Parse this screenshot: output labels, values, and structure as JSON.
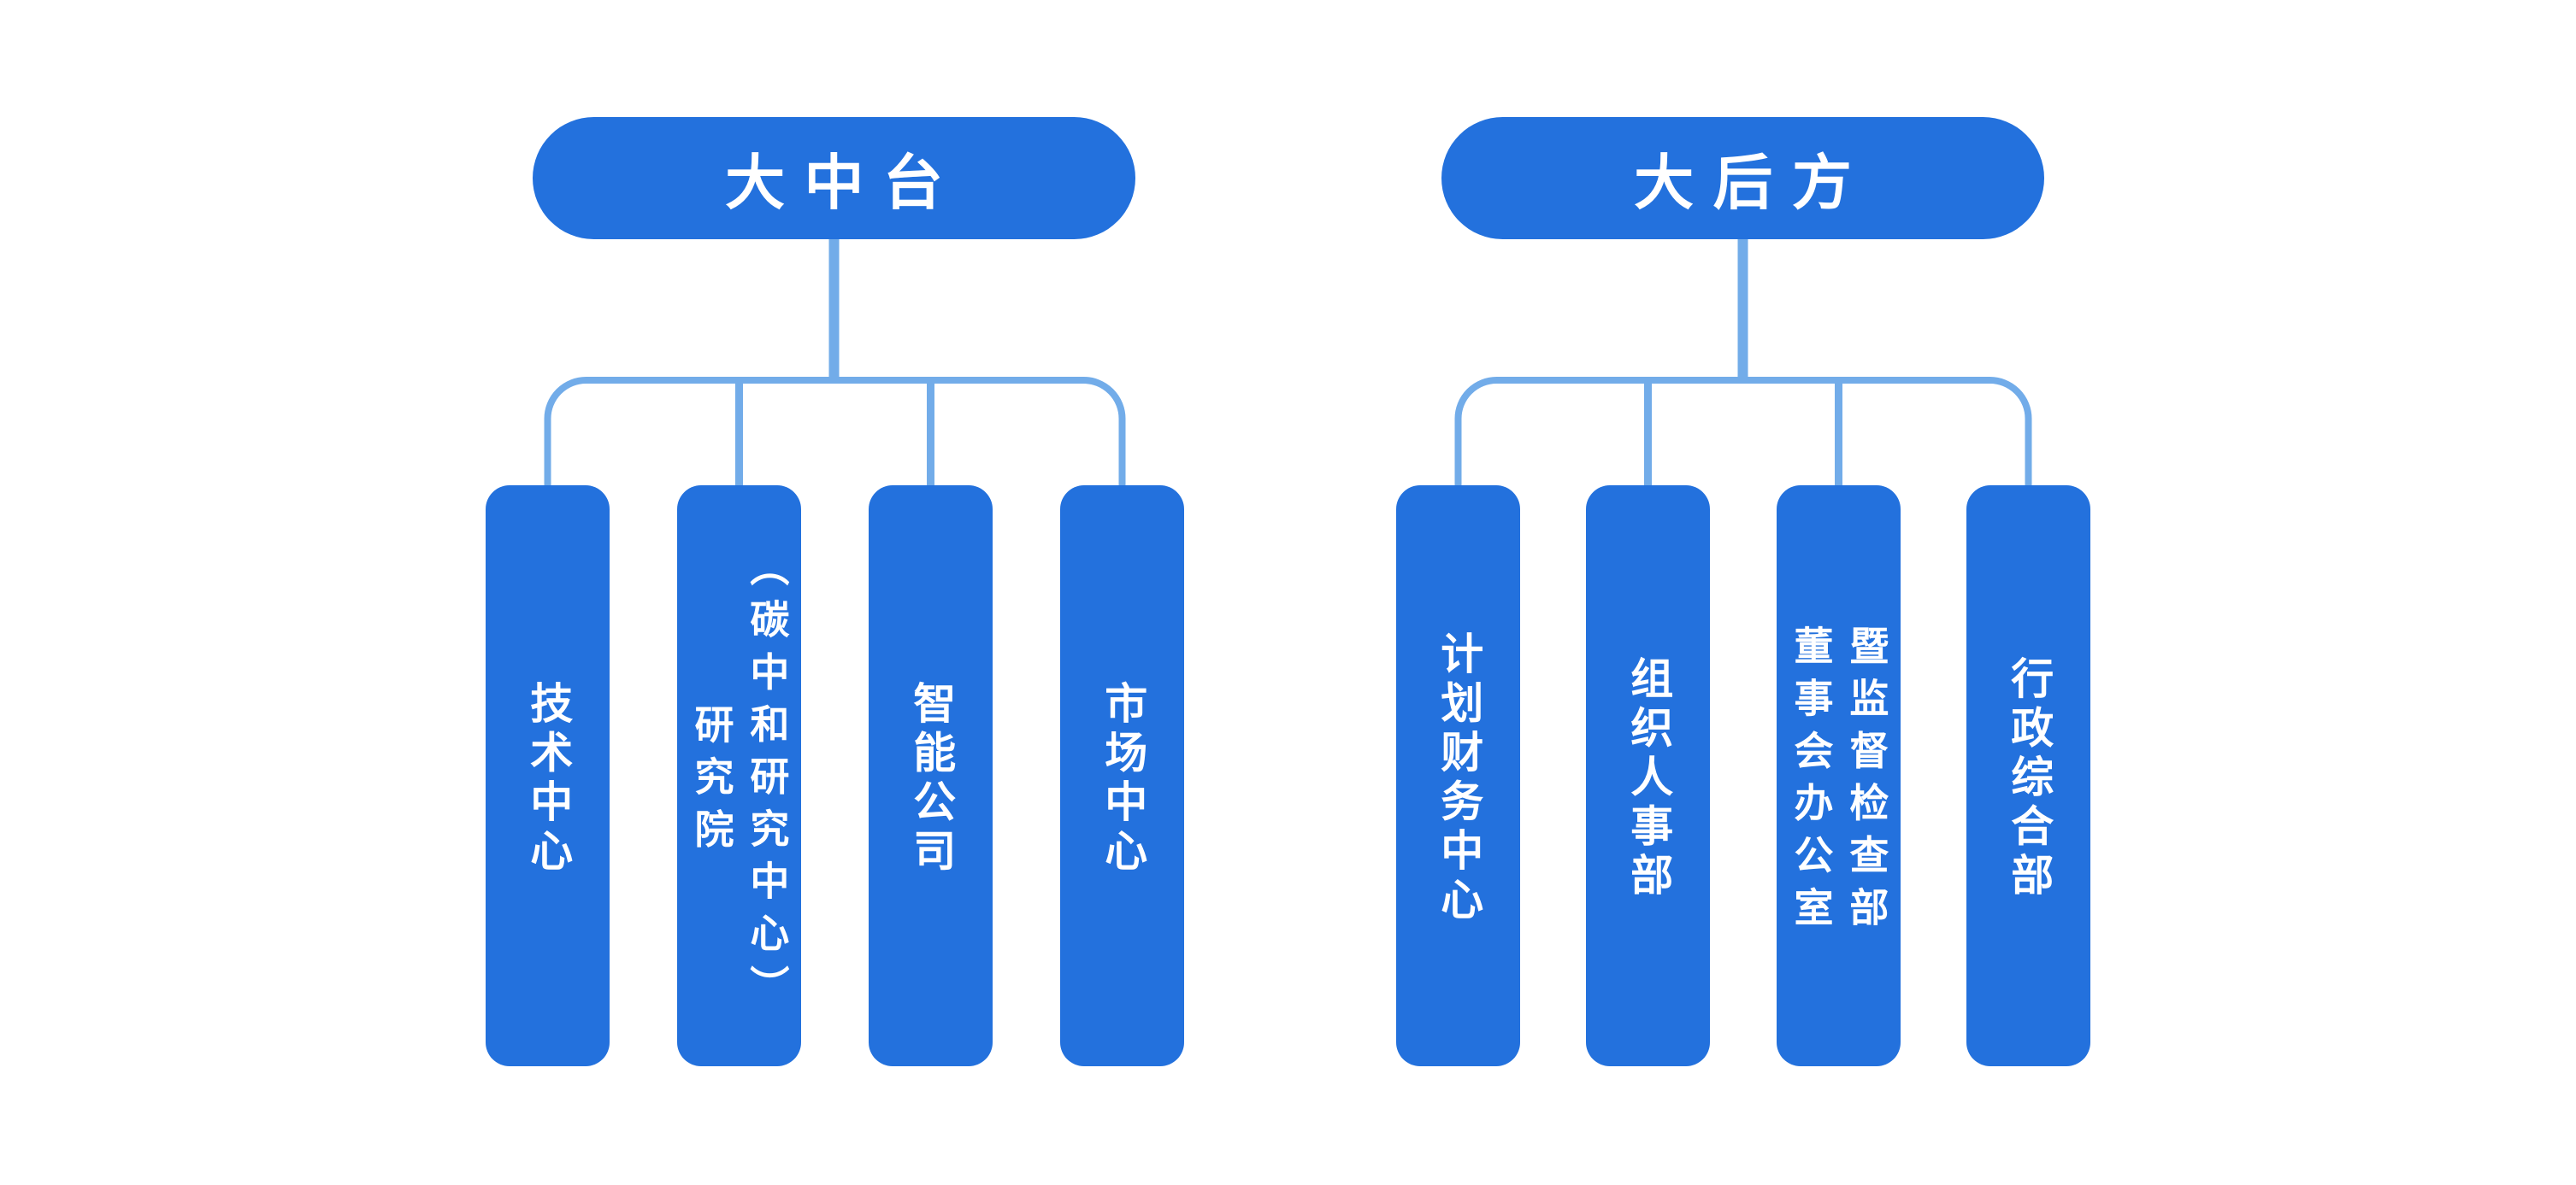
{
  "colors": {
    "background": "#ffffff",
    "node_fill": "#2371dd",
    "node_text": "#ffffff",
    "connector": "#72ace9"
  },
  "groups": [
    {
      "root": {
        "label": "大中台"
      },
      "children": [
        {
          "label": "技术中心",
          "lines": [
            "技术中心"
          ]
        },
        {
          "label": "研究院（碳中和研究中心）",
          "lines": [
            "研究院",
            "（碳中和研究中心）"
          ]
        },
        {
          "label": "智能公司",
          "lines": [
            "智能公司"
          ]
        },
        {
          "label": "市场中心",
          "lines": [
            "市场中心"
          ]
        }
      ]
    },
    {
      "root": {
        "label": "大后方"
      },
      "children": [
        {
          "label": "计划财务中心",
          "lines": [
            "计划财务中心"
          ]
        },
        {
          "label": "组织人事部",
          "lines": [
            "组织人事部"
          ]
        },
        {
          "label": "董事会办公室暨监督检查部",
          "lines": [
            "董事会办公室",
            "暨监督检查部"
          ]
        },
        {
          "label": "行政综合部",
          "lines": [
            "行政综合部"
          ]
        }
      ]
    }
  ]
}
